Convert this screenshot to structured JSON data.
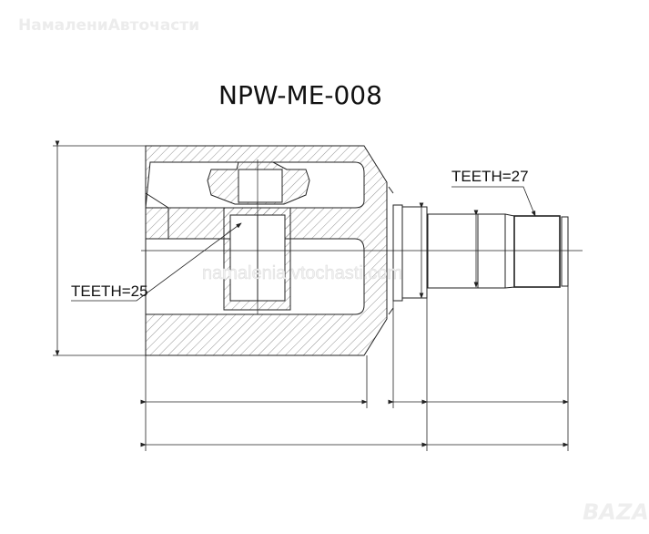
{
  "watermark": "НамалениАвточасти",
  "title": "NPW-ME-008",
  "labels": {
    "teeth_left": "TEETH=25",
    "teeth_right": "TEETH=27"
  },
  "site_watermark": "namalenia vtochasti.com",
  "brand": "BAZAR"
}
